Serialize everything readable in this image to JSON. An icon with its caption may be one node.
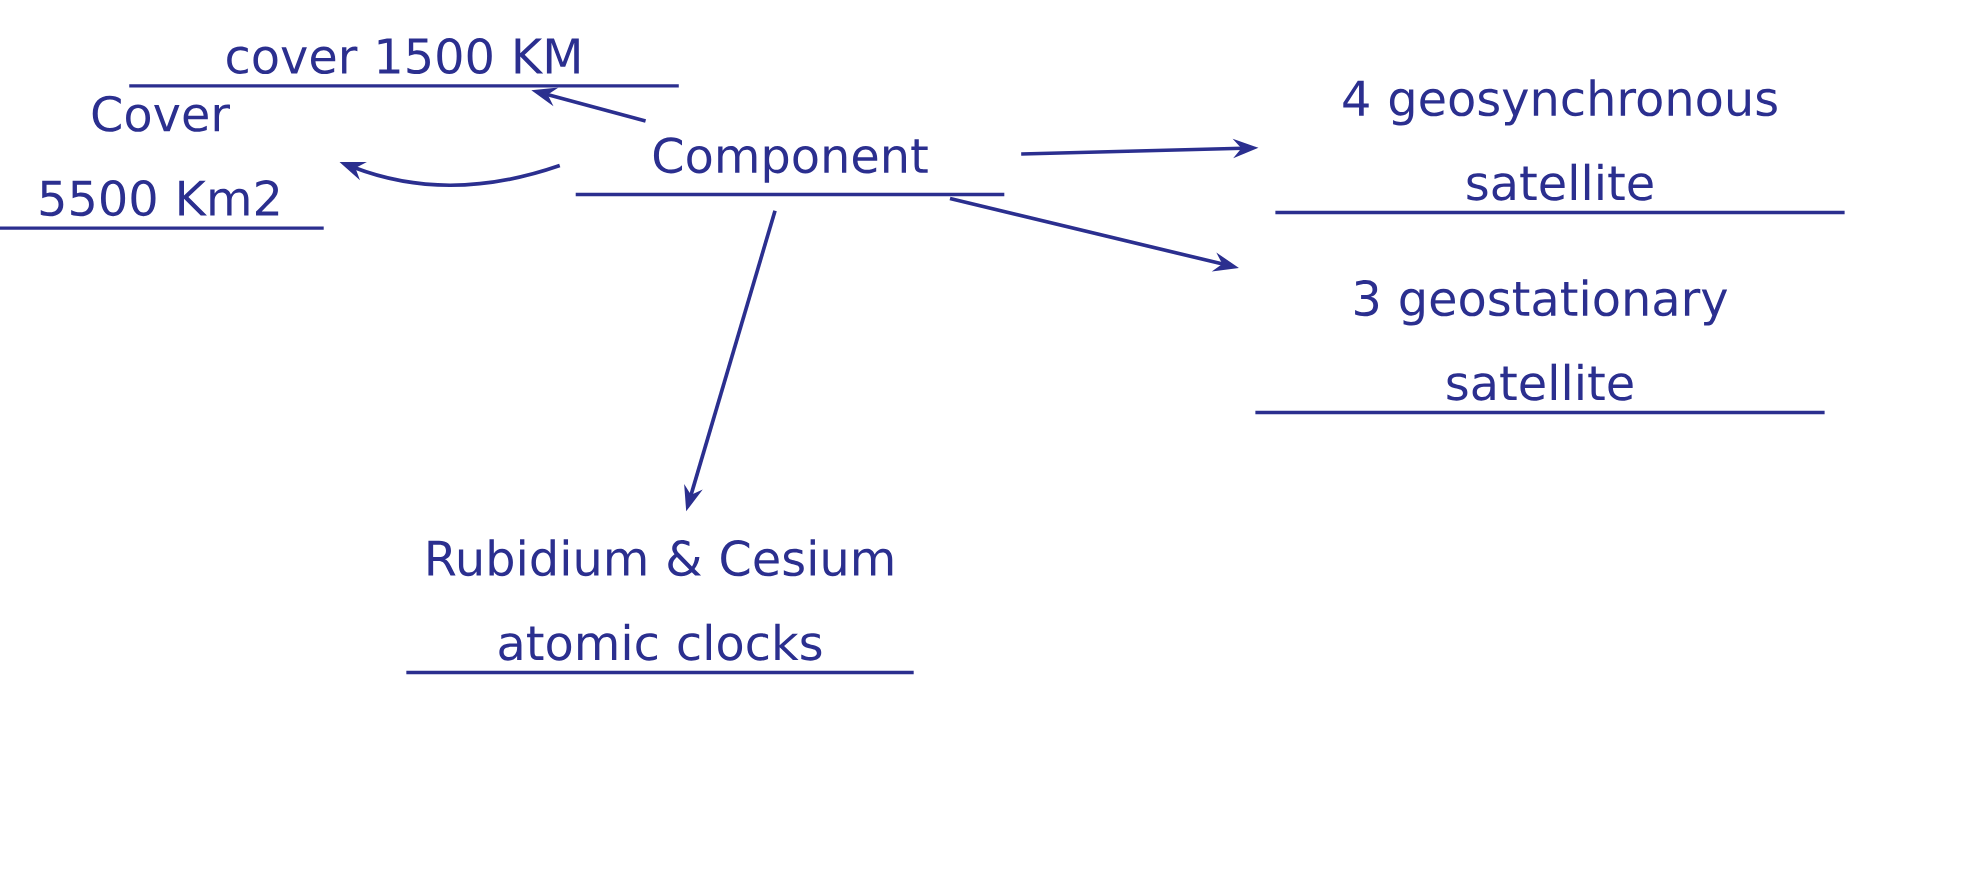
{
  "diagram": {
    "nodes": [
      {
        "text": [
          "Component"
        ]
      },
      {
        "text": [
          "cover 1500 KM"
        ]
      },
      {
        "text": [
          "Cover 5500 Km2"
        ]
      },
      {
        "text": [
          "4 geosynchronous satellite"
        ]
      },
      {
        "text": [
          "3 geostationary satellite"
        ]
      },
      {
        "text": [
          "Rubidium & Cesium atomic clocks"
        ]
      }
    ],
    "edges": [
      {
        "from": 0,
        "to": 1,
        "arrow": "to"
      },
      {
        "from": 0,
        "to": 2,
        "arrow": "to"
      },
      {
        "from": 0,
        "to": 3,
        "arrow": "to"
      },
      {
        "from": 0,
        "to": 4,
        "arrow": "to"
      },
      {
        "from": 0,
        "to": 5,
        "arrow": "to"
      }
    ]
  }
}
